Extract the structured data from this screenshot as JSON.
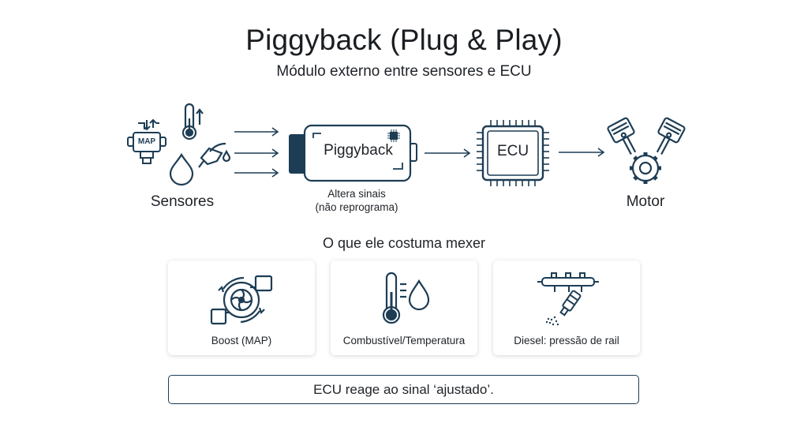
{
  "title": "Piggyback (Plug & Play)",
  "subtitle": "Módulo externo entre sensores e ECU",
  "flow": {
    "sensors_label": "Sensores",
    "map_sensor_text": "MAP",
    "piggyback_label": "Piggyback",
    "piggyback_caption_line1": "Altera sinais",
    "piggyback_caption_line2": "(não reprograma)",
    "ecu_label": "ECU",
    "motor_label": "Motor"
  },
  "section_title": "O que ele costuma mexer",
  "cards": [
    {
      "label": "Boost (MAP)",
      "icon": "turbo-icon"
    },
    {
      "label": "Combustível/Temperatura",
      "icon": "thermometer-drop-icon"
    },
    {
      "label": "Diesel: pressão de rail",
      "icon": "fuel-rail-injector-icon"
    }
  ],
  "footer": "ECU reage ao sinal ‘ajustado’.",
  "colors": {
    "accent": "#1d3d55",
    "text": "#1f2328"
  }
}
